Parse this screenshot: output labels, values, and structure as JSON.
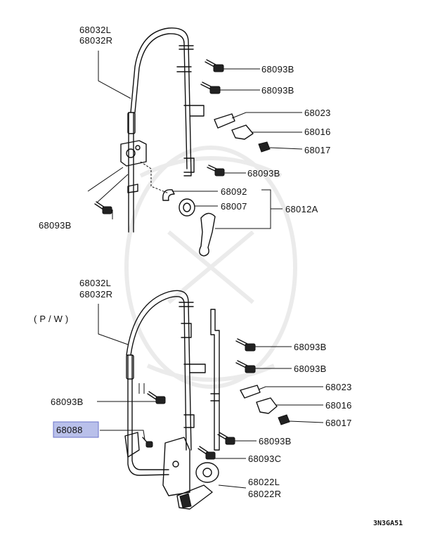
{
  "upper_assembly": {
    "regulator_left": "68032L",
    "regulator_right": "68032R",
    "bolt_a": "68093B",
    "bolt_b": "68093B",
    "bracket": "68023",
    "clip_a": "68016",
    "clip_b": "68017",
    "bolt_c": "68093B",
    "snap_ring": "68092",
    "washer": "68007",
    "handle_assy": "68012A",
    "bolt_left": "68093B"
  },
  "lower_assembly": {
    "variant": "(P/W)",
    "regulator_left": "68032L",
    "regulator_right": "68032R",
    "bolt_a": "68093B",
    "bolt_b": "68093B",
    "bracket": "68023",
    "clip_a": "68016",
    "clip_b": "68017",
    "bolt_left": "68093B",
    "screw_highlighted": "68088",
    "bolt_c": "68093B",
    "bolt_d": "68093C",
    "motor_left": "68022L",
    "motor_right": "68022R"
  },
  "colors": {
    "highlight_fill": "#b9c0ea",
    "highlight_border": "#6b73c9"
  },
  "diagram_code": "3N3GA51"
}
